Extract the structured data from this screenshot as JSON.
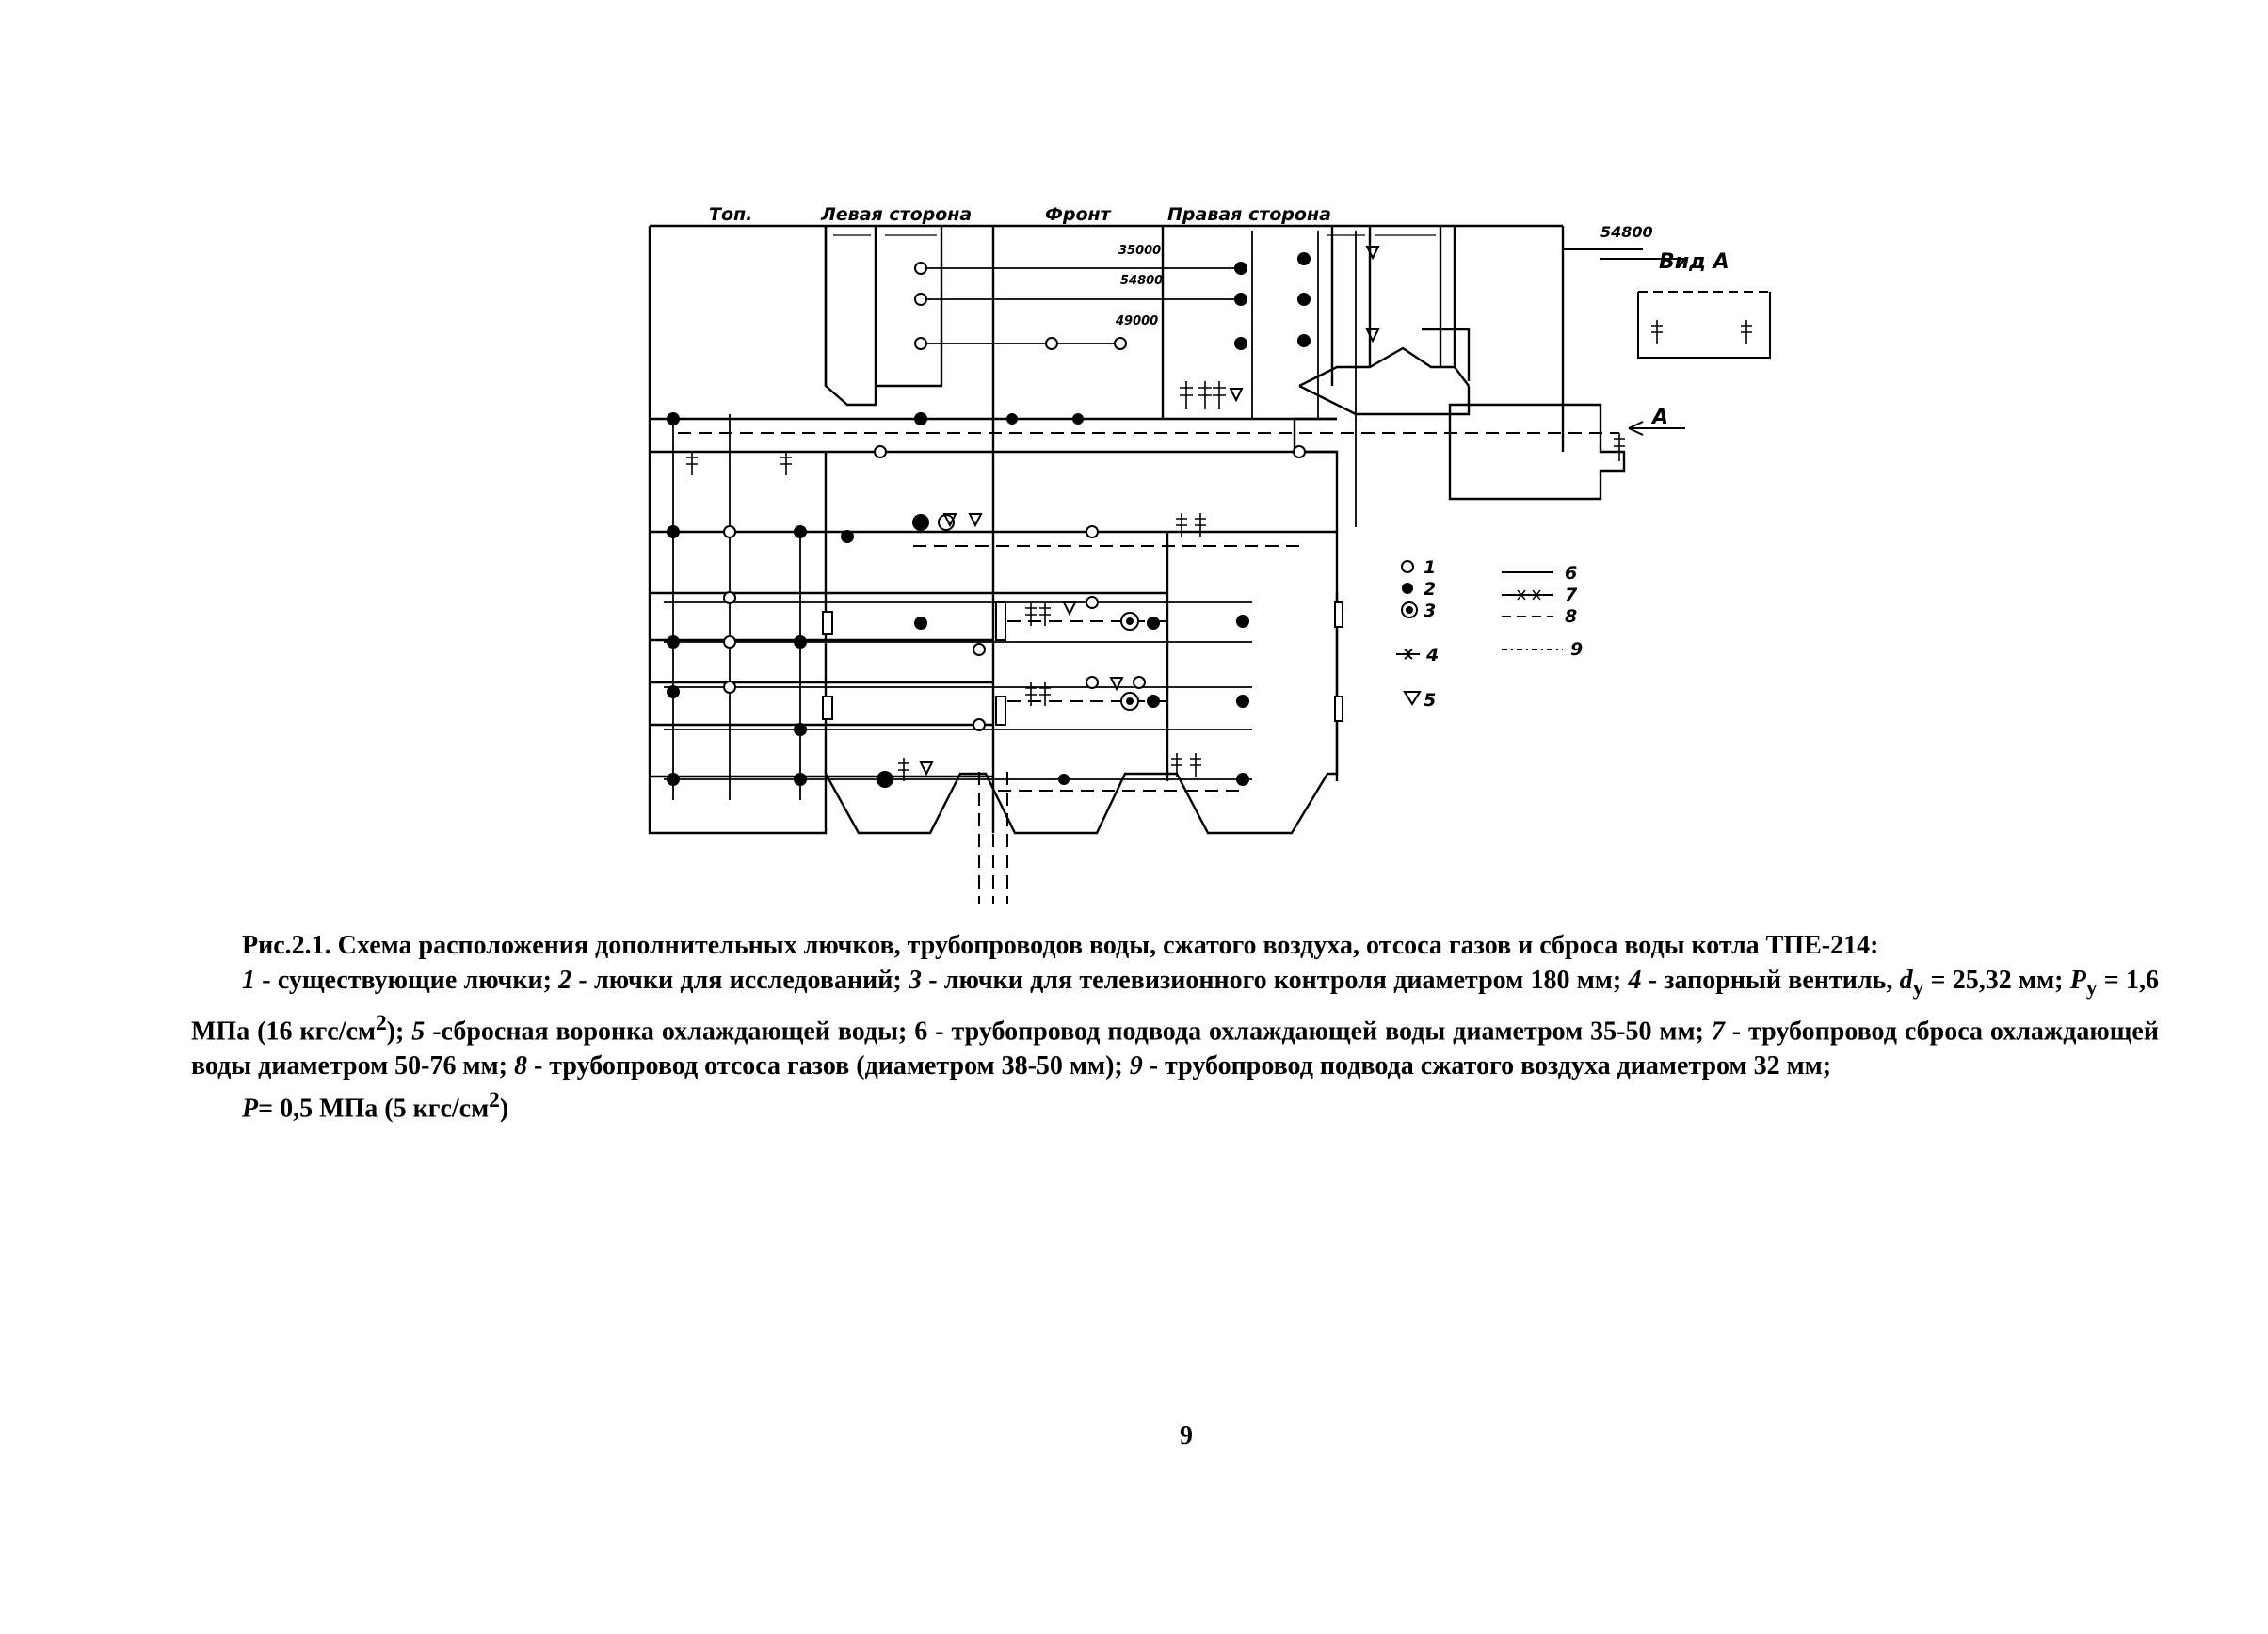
{
  "figure": {
    "header_labels": {
      "top": "Топ.",
      "left_side": "Левая сторона",
      "front": "Фронт",
      "right_side": "Правая сторона"
    },
    "elevations": [
      "54800",
      "35000",
      "54800",
      "49000"
    ],
    "view_title": "Вид А",
    "view_arrow": "А",
    "legend": [
      {
        "num": "1",
        "symbol": "open-circle"
      },
      {
        "num": "2",
        "symbol": "filled-circle"
      },
      {
        "num": "3",
        "symbol": "ringed-circle"
      },
      {
        "num": "4",
        "symbol": "valve"
      },
      {
        "num": "5",
        "symbol": "triangle"
      },
      {
        "num": "6",
        "symbol": "solid-line"
      },
      {
        "num": "7",
        "symbol": "cross-line"
      },
      {
        "num": "8",
        "symbol": "dashed-line"
      },
      {
        "num": "9",
        "symbol": "dash-dot-line"
      }
    ]
  },
  "caption": {
    "title": "Рис.2.1. Схема расположения дополнительных лючков, трубопроводов воды, сжатого воздуха, отсоса газов и сброса воды котла ТПЕ-214:",
    "items": {
      "i1_num": "1",
      "i1_text": " - существующие лючки; ",
      "i2_num": "2",
      "i2_text": " - лючки для исследований; ",
      "i3_num": "3",
      "i3_text": " - лючки для телевизионного контроля диаметром 180 мм; ",
      "i4_num": "4",
      "i4_text": " - запорный вентиль, ",
      "dy_sym": "d",
      "dy_sub": "у",
      "dy_val": " = 25,32 мм; ",
      "py_sym": "P",
      "py_sub": "у",
      "py_val": " = 1,6 МПа (16 кгс/см",
      "py_sup": "2",
      "py_end": "); ",
      "i5_num": "5",
      "i5_text": " -сбросная воронка охлаждающей воды; 6 - трубопровод подвода охлаждающей воды диаметром 35-50 мм; ",
      "i7_num": "7",
      "i7_text": " - трубопровод сброса охлаждающей воды диаметром 50-76 мм; ",
      "i8_num": "8",
      "i8_text": " - трубопровод отсоса газов (диаметром 38-50 мм); ",
      "i9_num": "9",
      "i9_text": " - трубопровод подвода сжатого воздуха диаметром 32 мм;"
    },
    "pressure": {
      "sym": "P",
      "val": "= 0,5 МПа (5 кгс/см",
      "sup": "2",
      "end": ")"
    }
  },
  "page_number": "9"
}
